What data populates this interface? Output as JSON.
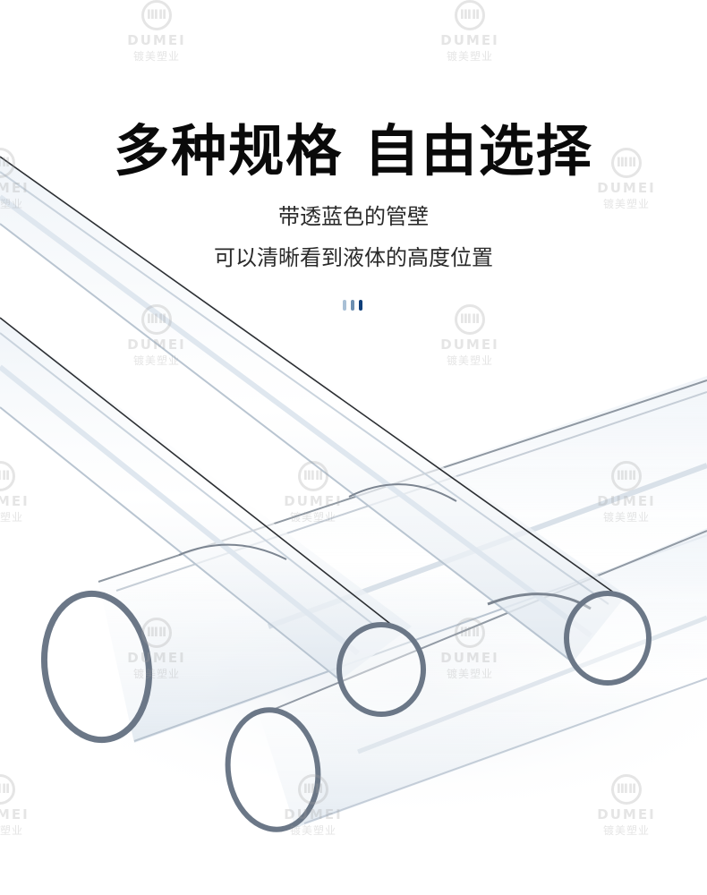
{
  "headline": "多种规格 自由选择",
  "subtitle_lines": [
    "带透蓝色的管壁",
    "可以清晰看到液体的高度位置"
  ],
  "indicator": {
    "colors": [
      "#a9c0d6",
      "#6d8fb1",
      "#0f3f7a"
    ]
  },
  "watermark": {
    "logo_glyph": "ⅢⅡ",
    "brand_en": "DUMEI",
    "brand_cn": "镀美塑业"
  },
  "product": {
    "name": "transparent tubes",
    "rim_color": "#6b7787",
    "count": 4
  }
}
